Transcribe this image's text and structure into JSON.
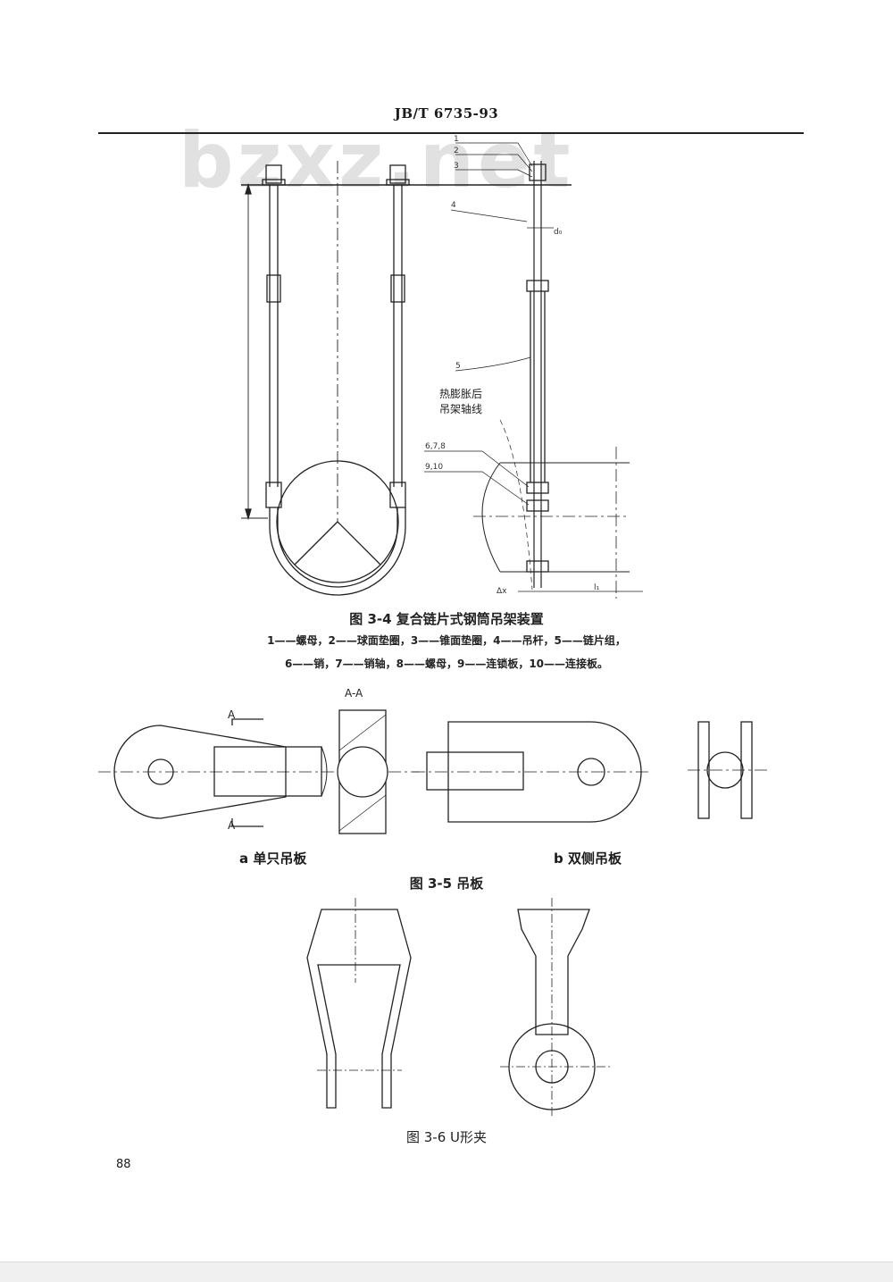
{
  "header": {
    "standard": "JB/T 6735-93"
  },
  "watermark": "bzxz.net",
  "figure_3_4": {
    "caption": "图 3-4 复合链片式钢筒吊架装置",
    "legend_line1": "1——螺母，2——球面垫圈，3——锥面垫圈，4——吊杆，5——链片组，",
    "legend_line2": "6——销，7——销轴，8——螺母，9——连锁板，10——连接板。",
    "callouts": [
      "1",
      "2",
      "3",
      "4",
      "5",
      "6,7,8",
      "9,10"
    ],
    "annotation": [
      "热膨胀后",
      "吊架轴线"
    ],
    "dims": [
      "d₀",
      "l₁",
      "Δx"
    ]
  },
  "figure_3_5": {
    "caption": "图 3-5 吊板",
    "section_label": "A-A",
    "section_marks": [
      "A",
      "A"
    ],
    "sub_a": "a 单只吊板",
    "sub_b": "b 双侧吊板"
  },
  "figure_3_6": {
    "caption": "图 3-6 U形夹"
  },
  "page_number": "88"
}
